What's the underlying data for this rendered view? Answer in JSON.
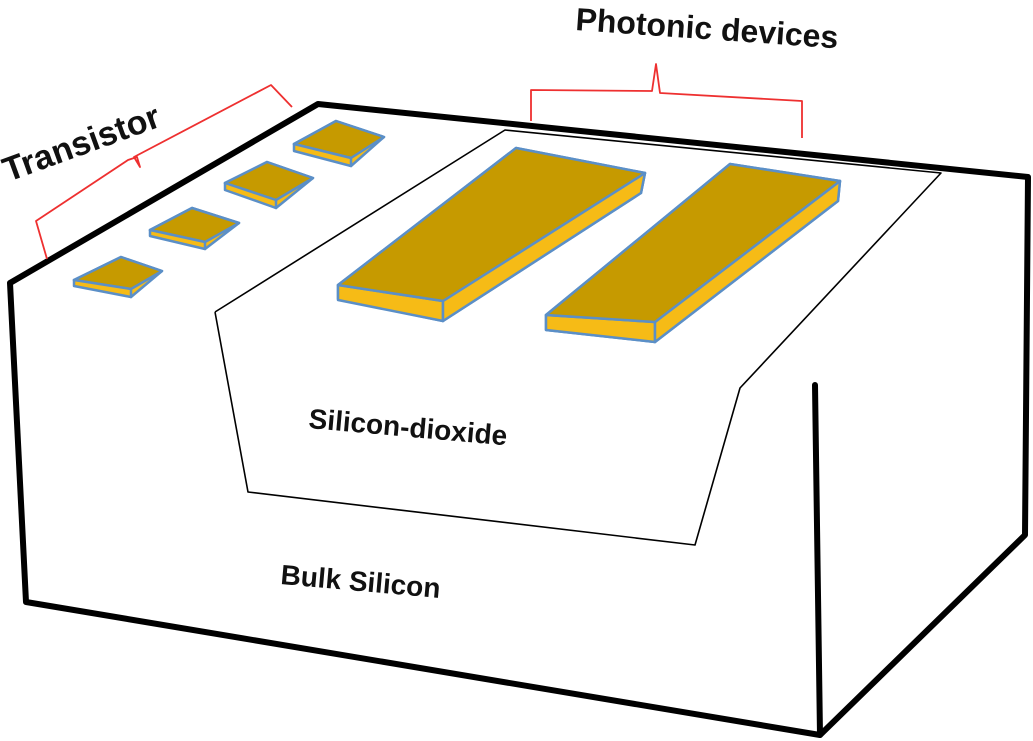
{
  "diagram": {
    "labels": {
      "transistor": "Transistor",
      "photonic_devices": "Photonic devices",
      "silicon_dioxide": "Silicon-dioxide",
      "bulk_silicon": "Bulk Silicon"
    },
    "colors": {
      "outline": "#000000",
      "bracket": "#ee3030",
      "pad_top": "#c69a00",
      "pad_side": "#f6bb16",
      "pad_edge": "#5b8fc7",
      "substrate": "#ffffff"
    }
  }
}
